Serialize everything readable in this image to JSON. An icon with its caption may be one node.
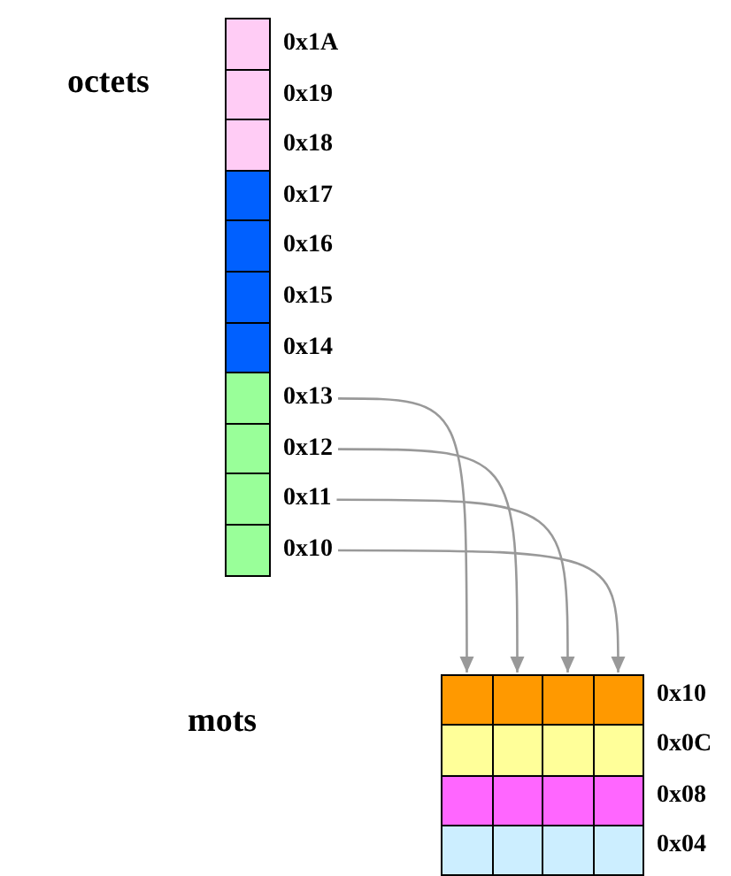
{
  "diagram": {
    "nodes": [
      {
        "text": [
          "0x1A"
        ]
      },
      {
        "text": [
          "0x19"
        ]
      },
      {
        "text": [
          "0x18"
        ]
      },
      {
        "text": [
          "0x17"
        ]
      },
      {
        "text": [
          "0x16"
        ]
      },
      {
        "text": [
          "0x15"
        ]
      },
      {
        "text": [
          "0x14"
        ]
      },
      {
        "text": [
          "0x13"
        ]
      },
      {
        "text": [
          "0x12"
        ]
      },
      {
        "text": [
          "0x11"
        ]
      },
      {
        "text": [
          "0x10"
        ]
      },
      {
        "text": [],
        "shape": "box"
      },
      {
        "text": [],
        "shape": "box"
      },
      {
        "text": [],
        "shape": "box"
      },
      {
        "text": [],
        "shape": "box"
      }
    ],
    "edges": [
      {
        "from": 7,
        "to": 11,
        "arrow": "to"
      },
      {
        "from": 8,
        "to": 12,
        "arrow": "to"
      },
      {
        "from": 9,
        "to": 13,
        "arrow": "to"
      },
      {
        "from": 10,
        "to": 14,
        "arrow": "to"
      }
    ],
    "labels": [
      "octets",
      "0x10",
      "mots",
      "0x0C",
      "0x08",
      "0x04"
    ]
  }
}
